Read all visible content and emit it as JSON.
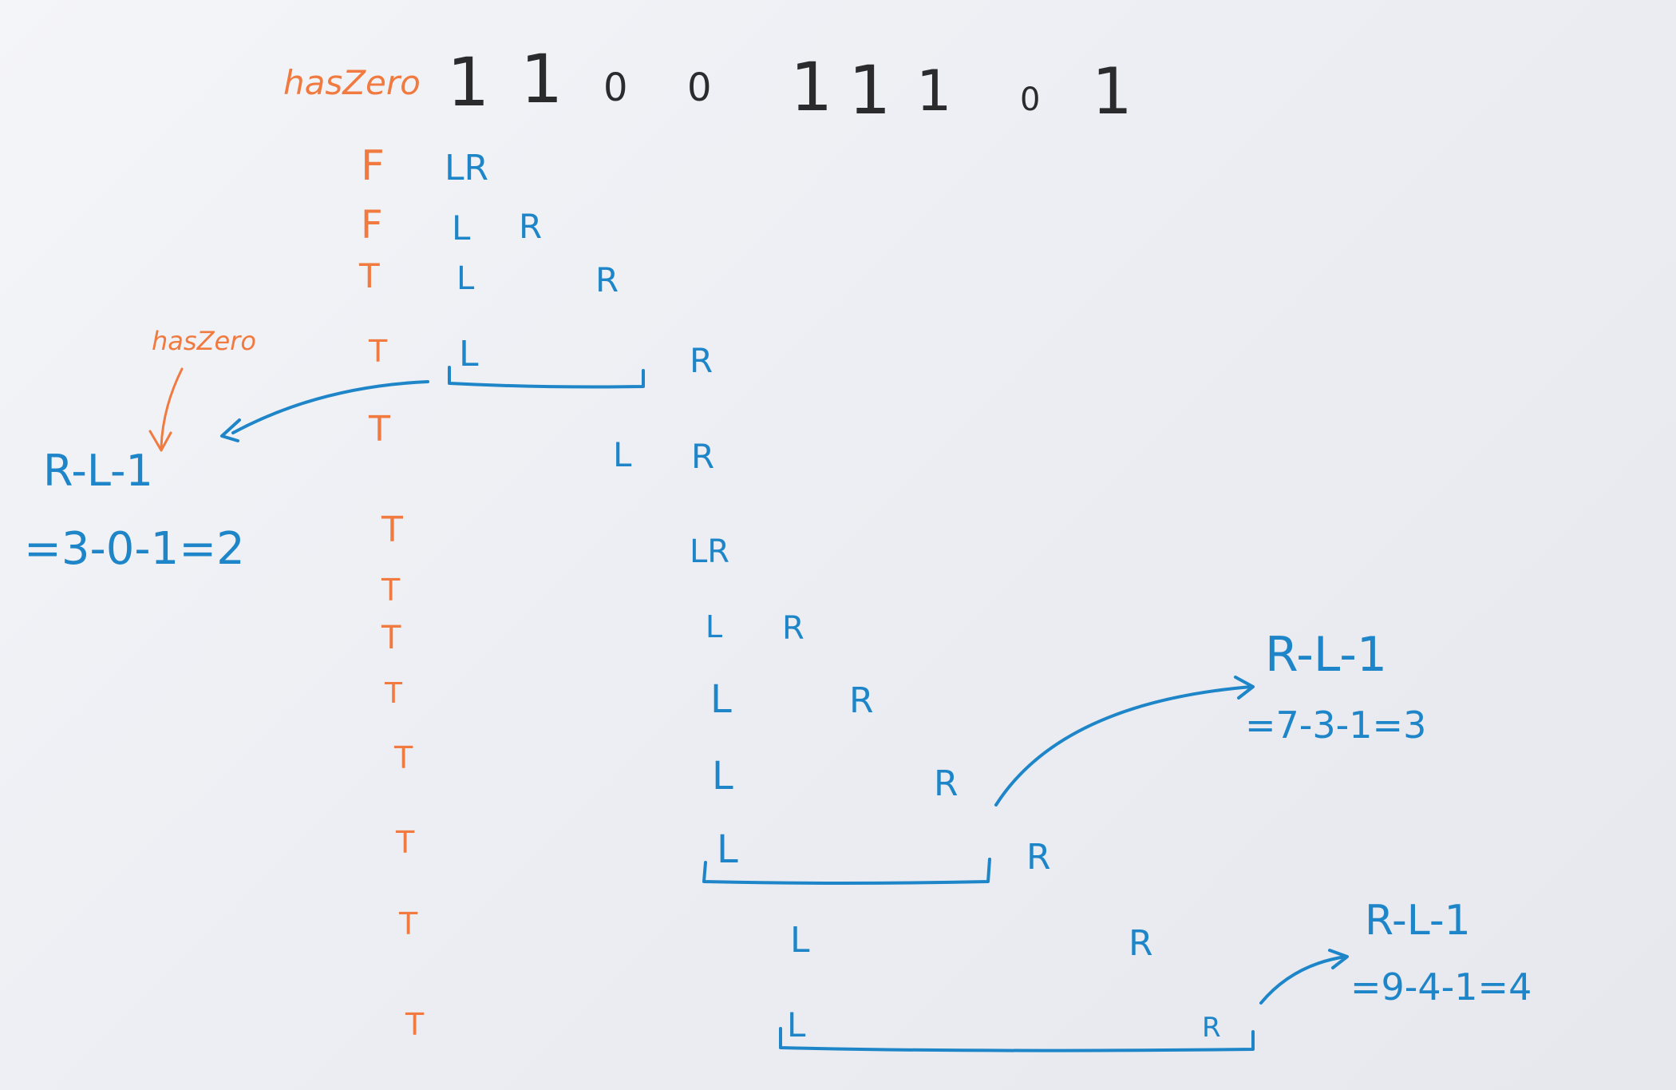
{
  "header_label": "hasZero",
  "bits": [
    "1",
    "1",
    "0",
    "0",
    "1",
    "1",
    "1",
    "0",
    "1"
  ],
  "rows": [
    {
      "flag": "F",
      "labels": [
        "LR"
      ]
    },
    {
      "flag": "F",
      "labels": [
        "L",
        "R"
      ]
    },
    {
      "flag": "T",
      "labels": [
        "L",
        "R"
      ]
    },
    {
      "flag": "T",
      "labels": [
        "L",
        "R"
      ]
    },
    {
      "flag": "T",
      "labels": [
        "L",
        "R"
      ]
    },
    {
      "flag": "T",
      "labels": [
        "LR"
      ]
    },
    {
      "flag": "T",
      "labels": []
    },
    {
      "flag": "T",
      "labels": [
        "L",
        "R"
      ]
    },
    {
      "flag": "T",
      "labels": [
        "L",
        "R"
      ]
    },
    {
      "flag": "T",
      "labels": [
        "L",
        "R"
      ]
    },
    {
      "flag": "T",
      "labels": [
        "L",
        "R"
      ]
    },
    {
      "flag": "T",
      "labels": [
        "L",
        "R"
      ]
    },
    {
      "flag": "T",
      "labels": [
        "L",
        "R"
      ]
    }
  ],
  "note_left": {
    "label": "hasZero",
    "formula": "R-L-1",
    "result": "=3-0-1=2"
  },
  "note_mid": {
    "formula": "R-L-1",
    "result": "=7-3-1=3"
  },
  "note_bottom": {
    "formula": "R-L-1",
    "result": "=9-4-1=4"
  }
}
